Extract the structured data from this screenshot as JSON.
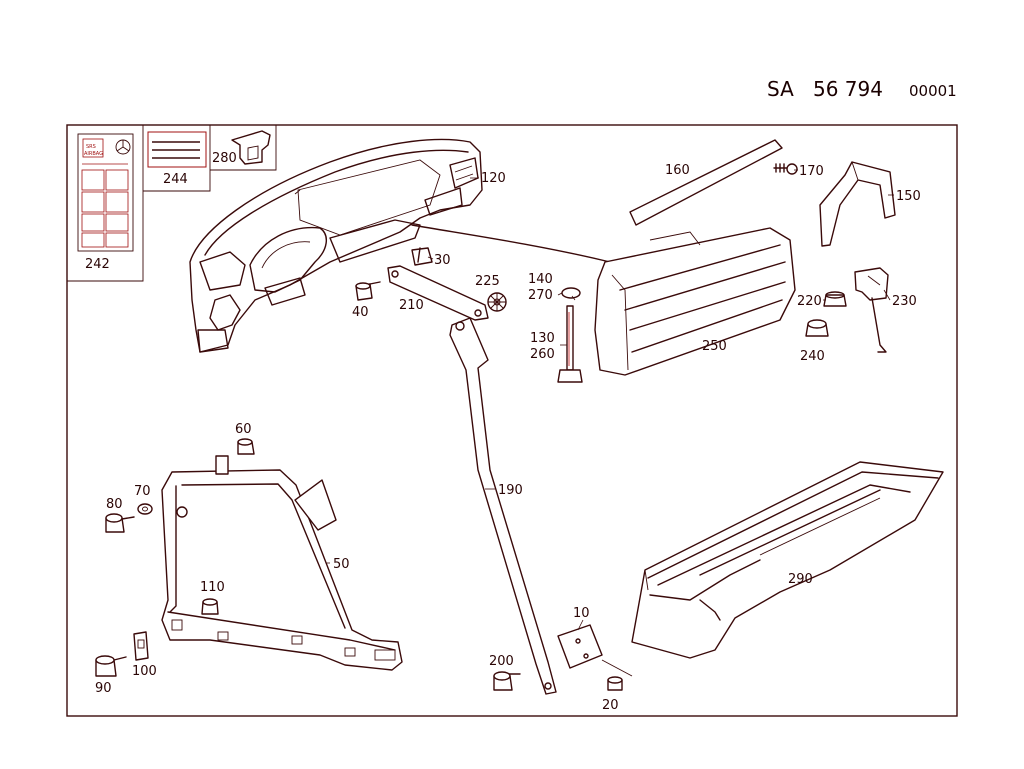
{
  "header": {
    "prefix": "SA",
    "number": "56 794",
    "sheet": "00001"
  },
  "inset_labels": {
    "srs": "SRS",
    "airbag": "AIRBAG"
  },
  "callouts": {
    "c120": "120",
    "c160": "160",
    "c170": "170",
    "c150": "150",
    "c280": "280",
    "c244": "244",
    "c242": "242",
    "c30": "30",
    "c225": "225",
    "c140": "140",
    "c270": "270",
    "c40": "40",
    "c210": "210",
    "c220": "220",
    "c230": "230",
    "c130": "130",
    "c260": "260",
    "c250": "250",
    "c240": "240",
    "c60": "60",
    "c70": "70",
    "c80": "80",
    "c190": "190",
    "c50": "50",
    "c290": "290",
    "c110": "110",
    "c10": "10",
    "c200": "200",
    "c100": "100",
    "c90": "90",
    "c20": "20"
  }
}
